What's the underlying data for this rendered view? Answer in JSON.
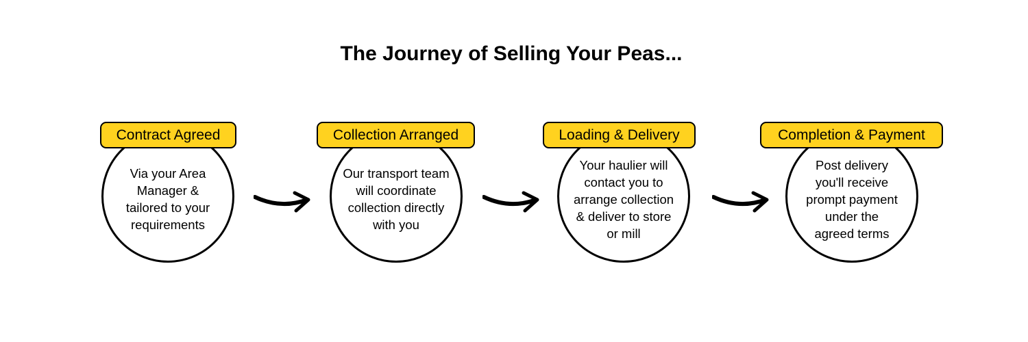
{
  "title": "The Journey of Selling Your Peas...",
  "colors": {
    "label_fill": "#FFD21F",
    "outline": "#000000"
  },
  "steps": [
    {
      "label": "Contract Agreed",
      "text": "Via your Area Manager & tailored to your requirements"
    },
    {
      "label": "Collection Arranged",
      "text": "Our transport team will coordinate collection directly with you"
    },
    {
      "label": "Loading & Delivery",
      "text": "Your haulier will contact you to arrange collection & deliver to store or mill"
    },
    {
      "label": "Completion & Payment",
      "text": "Post delivery you'll receive prompt payment under the agreed terms"
    }
  ]
}
